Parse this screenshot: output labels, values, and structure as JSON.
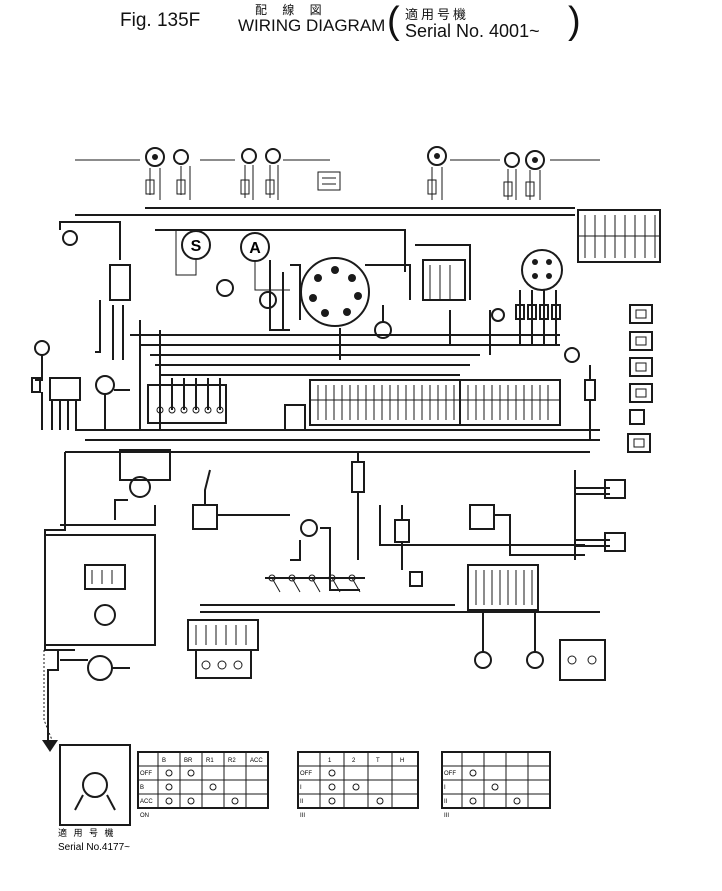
{
  "header": {
    "fig_label": "Fig. 135F",
    "title_jp": "配 線 図",
    "title_en": "WIRING DIAGRAM",
    "serial_jp": "適用号機",
    "serial_en": "Serial No. 4001~"
  },
  "gauges": {
    "left_symbol": "S",
    "right_symbol": "A"
  },
  "footer": {
    "serial_jp": "適 用 号 機",
    "serial_en": "Serial No.4177~"
  },
  "tables": {
    "ignition_rows": [
      "OFF",
      "B",
      "ACC",
      "ON"
    ],
    "ignition_cols": [
      "B",
      "BR",
      "R1",
      "R2",
      "ACC"
    ],
    "light_rows": [
      "OFF",
      "I",
      "II",
      "III"
    ],
    "light_cols": [
      "1",
      "2",
      "T",
      "H"
    ],
    "wiper_rows": [
      "OFF",
      "I",
      "II",
      "III"
    ]
  }
}
